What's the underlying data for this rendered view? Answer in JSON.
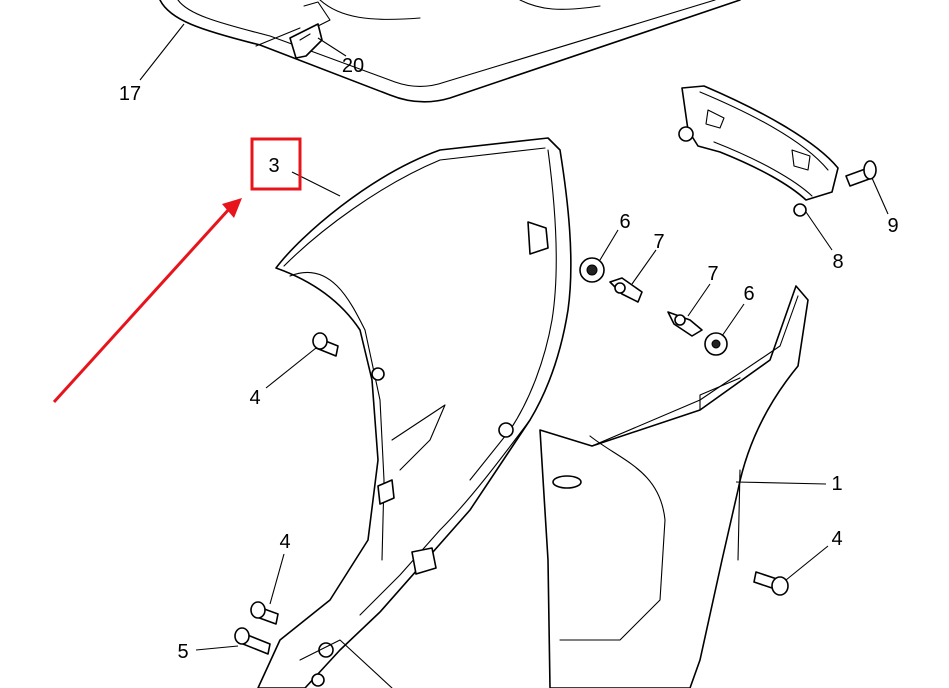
{
  "highlight": {
    "color": "#e8141b",
    "label": "3"
  },
  "callouts": [
    {
      "id": "c17",
      "label": "17"
    },
    {
      "id": "c20",
      "label": "20"
    },
    {
      "id": "c9",
      "label": "9"
    },
    {
      "id": "c8",
      "label": "8"
    },
    {
      "id": "c6a",
      "label": "6"
    },
    {
      "id": "c7a",
      "label": "7"
    },
    {
      "id": "c7b",
      "label": "7"
    },
    {
      "id": "c6b",
      "label": "6"
    },
    {
      "id": "c4a",
      "label": "4"
    },
    {
      "id": "c1",
      "label": "1"
    },
    {
      "id": "c4b",
      "label": "4"
    },
    {
      "id": "c4c",
      "label": "4"
    },
    {
      "id": "c5",
      "label": "5"
    }
  ]
}
